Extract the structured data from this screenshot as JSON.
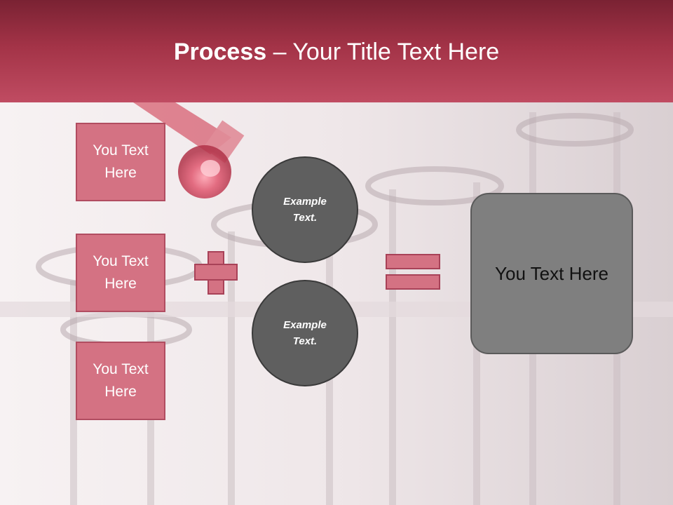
{
  "title": {
    "bold": "Process",
    "rest": " – Your Title Text Here"
  },
  "left_boxes": [
    {
      "label": "You Text Here"
    },
    {
      "label": "You Text Here"
    },
    {
      "label": "You Text Here"
    }
  ],
  "circles": [
    {
      "label": "Example Text."
    },
    {
      "label": "Example Text."
    }
  ],
  "result": {
    "label": "You Text Here"
  },
  "colors": {
    "header_dark": "#7a2233",
    "header_light": "#c04c62",
    "pink_box": "#d47283",
    "circle_fill": "#5f5f5f",
    "result_fill": "#7f7f7f"
  }
}
